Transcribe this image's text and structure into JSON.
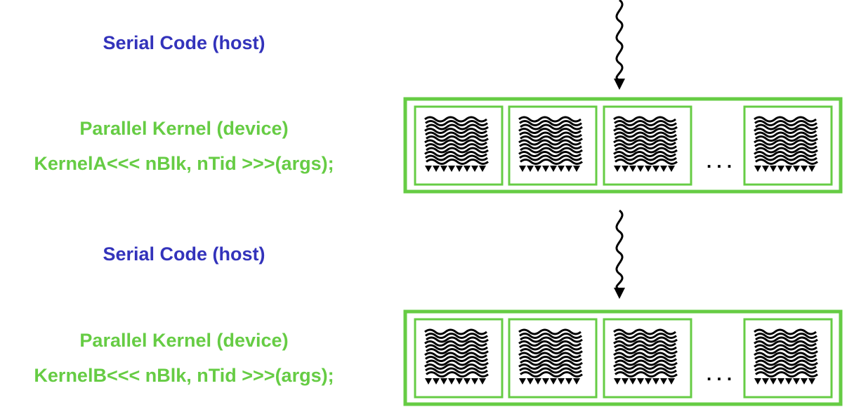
{
  "colors": {
    "host_text": "#3333bb",
    "device_text": "#66cc44",
    "grid_border": "#66cc44",
    "threads": "#000000"
  },
  "stages": [
    {
      "type": "host",
      "label": "Serial Code (host)"
    },
    {
      "type": "device",
      "title": "Parallel Kernel (device)",
      "call": "KernelA<<< nBlk, nTid >>>(args);",
      "ellipsis": ". . ."
    },
    {
      "type": "host",
      "label": "Serial Code (host)"
    },
    {
      "type": "device",
      "title": "Parallel Kernel (device)",
      "call": "KernelB<<< nBlk, nTid >>>(args);",
      "ellipsis": ". . ."
    }
  ]
}
